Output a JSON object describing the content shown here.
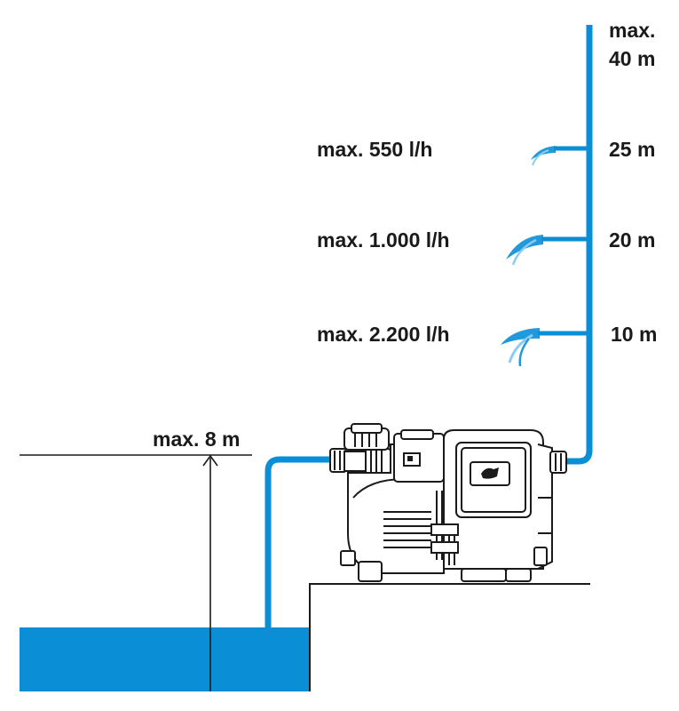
{
  "colors": {
    "water": "#0a8fd6",
    "pipe": "#0a8fd6",
    "line": "#1a1a1a",
    "text": "#1a1a1a",
    "pump_body": "#ffffff",
    "pump_stroke": "#1a1a1a"
  },
  "labels": {
    "max_height_word": "max.",
    "max_height_value": "40 m",
    "level_25": "25 m",
    "level_20": "20 m",
    "level_10": "10 m",
    "flow_550": "max. 550 l/h",
    "flow_1000": "max. 1.000 l/h",
    "flow_2200": "max. 2.200 l/h",
    "suction_height": "max. 8 m"
  },
  "icons": {
    "pump": "garden-pump-icon",
    "arrow": "arrow-up-icon"
  }
}
